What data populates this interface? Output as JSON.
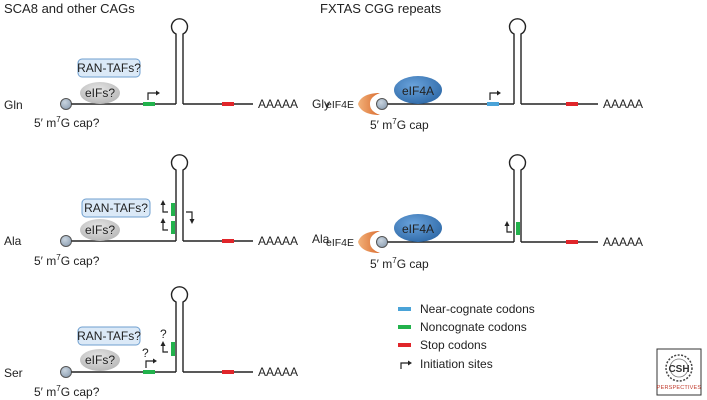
{
  "headings": {
    "left": "SCA8 and other CAGs",
    "right": "FXTAS CGG repeats"
  },
  "left_panels": [
    {
      "aa": "Gln",
      "ran": "RAN-TAFs?",
      "eifs": "eIFs?",
      "polyA": "AAAAA",
      "cap": "5′ m",
      "cap_sup": "7",
      "cap_tail": "G cap?",
      "qmarks": []
    },
    {
      "aa": "Ala",
      "ran": "RAN-TAFs?",
      "eifs": "eIFs?",
      "polyA": "AAAAA",
      "cap": "5′ m",
      "cap_sup": "7",
      "cap_tail": "G cap?",
      "qmarks": []
    },
    {
      "aa": "Ser",
      "ran": "RAN-TAFs?",
      "eifs": "eIFs?",
      "polyA": "AAAAA",
      "cap": "5′ m",
      "cap_sup": "7",
      "cap_tail": "G cap?",
      "qmarks": [
        "?",
        "?"
      ]
    }
  ],
  "right_panels": [
    {
      "aa": "Gly",
      "eif4e": "eIF4E",
      "eif4a": "eIF4A",
      "polyA": "AAAAA",
      "cap": "5′ m",
      "cap_sup": "7",
      "cap_tail": "G cap"
    },
    {
      "aa": "Ala",
      "eif4e": "eIF4E",
      "eif4a": "eIF4A",
      "polyA": "AAAAA",
      "cap": "5′ m",
      "cap_sup": "7",
      "cap_tail": "G cap"
    }
  ],
  "legend": [
    {
      "label": "Near-cognate codons",
      "color": "#4aa3d8",
      "kind": "swatch"
    },
    {
      "label": "Noncognate codons",
      "color": "#22b24c",
      "kind": "swatch"
    },
    {
      "label": "Stop codons",
      "color": "#e0252a",
      "kind": "swatch"
    },
    {
      "label": "Initiation sites",
      "color": "#222222",
      "kind": "arrow"
    }
  ],
  "logo": {
    "line1": "CSH",
    "line2": "PERSPECTIVES"
  },
  "colors": {
    "near_cognate": "#4aa3d8",
    "noncognate": "#22b24c",
    "stop": "#e0252a",
    "ran_box_fill": "#dbe9f7",
    "ran_box_stroke": "#6f9fcf",
    "eifs_fill": "#c8c8c8",
    "eif4a_fill": "#3e7fc0",
    "eif4e_fill": "#e8884a",
    "cap_fill": "#a9b8c8"
  }
}
